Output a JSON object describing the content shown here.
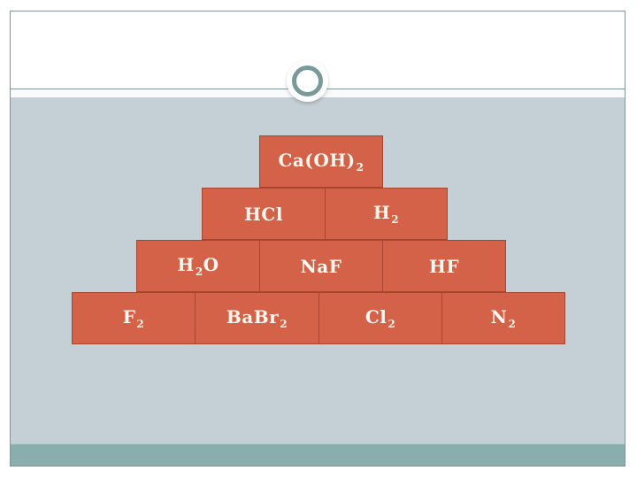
{
  "slide": {
    "title": "",
    "colors": {
      "brick_fill": "#d46248",
      "brick_border": "#a84530",
      "brick_text": "#fdf8ef",
      "content_bg": "#c5d0d6",
      "footer_band": "#8aadad",
      "frame_border": "#7f9695",
      "ring": "#7a9999"
    }
  },
  "pyramid": {
    "rows": [
      {
        "bricks": [
          {
            "base": "Ca(OH)",
            "sub": "2",
            "after": ""
          }
        ]
      },
      {
        "bricks": [
          {
            "base": "HCl",
            "sub": "",
            "after": ""
          },
          {
            "base": "H",
            "sub": "2",
            "after": ""
          }
        ]
      },
      {
        "bricks": [
          {
            "base": "H",
            "sub": "2",
            "after": "O"
          },
          {
            "base": "NaF",
            "sub": "",
            "after": ""
          },
          {
            "base": "HF",
            "sub": "",
            "after": ""
          }
        ]
      },
      {
        "bricks": [
          {
            "base": "F",
            "sub": "2",
            "after": ""
          },
          {
            "base": "BaBr",
            "sub": "2",
            "after": ""
          },
          {
            "base": "Cl",
            "sub": "2",
            "after": ""
          },
          {
            "base": "N",
            "sub": "2",
            "after": ""
          }
        ]
      }
    ]
  }
}
